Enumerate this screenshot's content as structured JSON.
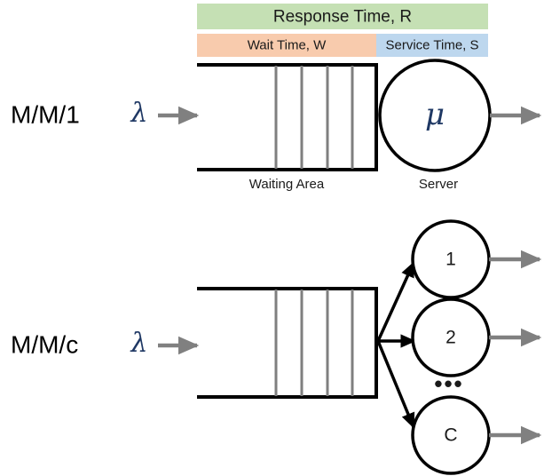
{
  "figure": {
    "title": "Queueing system diagram: M/M/1 and M/M/c",
    "colors": {
      "response_bar": "#c5e0b4",
      "wait_bar": "#f8cbad",
      "service_bar": "#bdd7ee",
      "arrow_gray": "#808080",
      "arrow_black": "#000000",
      "outline_black": "#000000",
      "divider_gray": "#7f7f7f",
      "greek_text": "#1f3864",
      "text_black": "#1a1a1a"
    }
  },
  "time_bars": {
    "response": {
      "label": "Response Time, R",
      "color": "#c5e0b4"
    },
    "wait": {
      "label": "Wait Time, W",
      "color": "#f8cbad"
    },
    "service": {
      "label": "Service Time, S",
      "color": "#bdd7ee"
    }
  },
  "mm1": {
    "model_label": "M/M/1",
    "arrival_symbol": "λ",
    "queue_label": "Waiting Area",
    "server_label": "Server",
    "server_symbol": "μ",
    "queue_slots": 4
  },
  "mmc": {
    "model_label": "M/M/c",
    "arrival_symbol": "λ",
    "queue_slots": 4,
    "ellipsis": "•••",
    "servers": [
      {
        "label": "1"
      },
      {
        "label": "2"
      },
      {
        "label": "C"
      }
    ]
  }
}
